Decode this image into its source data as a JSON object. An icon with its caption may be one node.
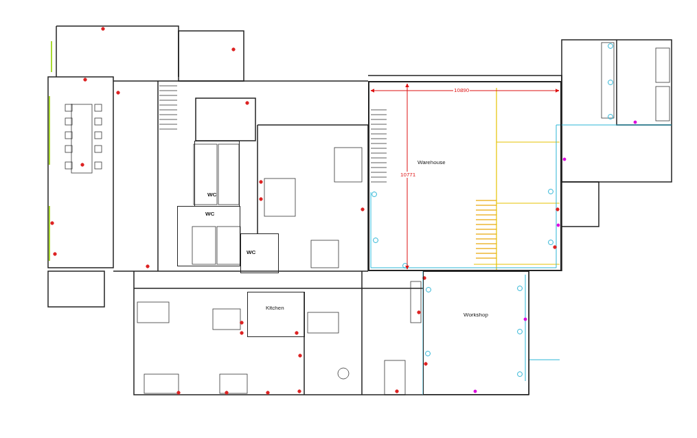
{
  "diagram": {
    "nodes": [
      {
        "text": [
          "Warehouse"
        ]
      },
      {
        "text": [
          "WC"
        ]
      },
      {
        "text": [
          "WC"
        ]
      },
      {
        "text": [
          "WC"
        ]
      },
      {
        "text": [
          "Kitchen"
        ]
      },
      {
        "text": [
          "Workshop"
        ]
      }
    ],
    "edges": [],
    "labels": [
      "10890",
      "10771"
    ]
  }
}
